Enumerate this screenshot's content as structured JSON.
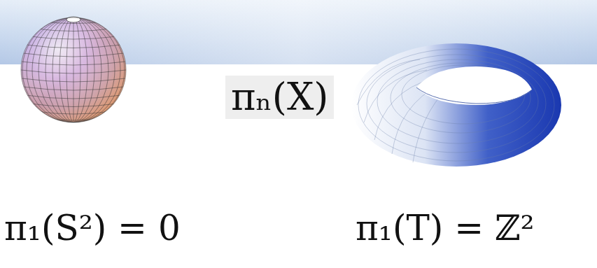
{
  "diagram": {
    "labels": [
      "πₙ(X)",
      "π₁(S²) = 0",
      "π₁(T) = ℤ²"
    ]
  }
}
